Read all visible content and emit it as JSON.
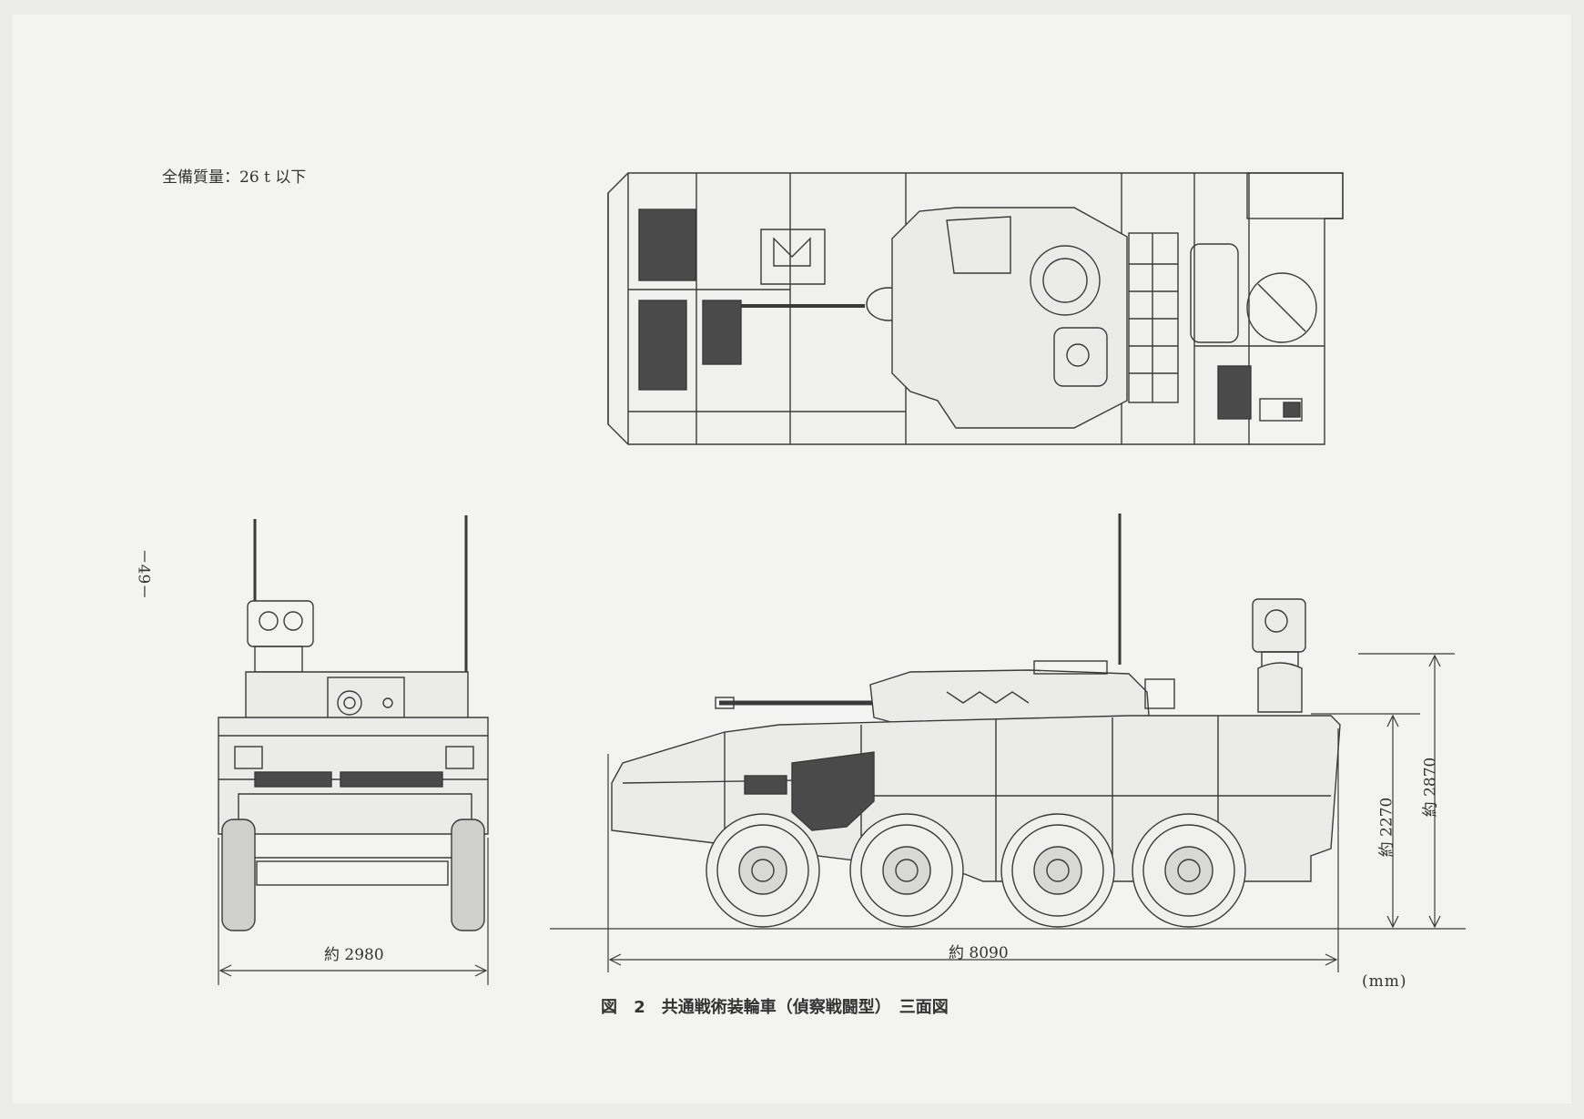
{
  "mass_label": "全備質量：26 t 以下",
  "page_number": "－49－",
  "front_width_label": "約 2980",
  "length_label": "約 8090",
  "height_hull_label": "約 2270",
  "height_total_label": "約 2870",
  "unit_label": "(mm)",
  "caption": "図 2　共通戦術装輪車（偵察戦闘型）　三面図",
  "colors": {
    "line": "#3a3a3a",
    "paper": "#f3f3f1",
    "fill_light": "#e6e6e3",
    "fill_dark": "#4a4a4a"
  }
}
